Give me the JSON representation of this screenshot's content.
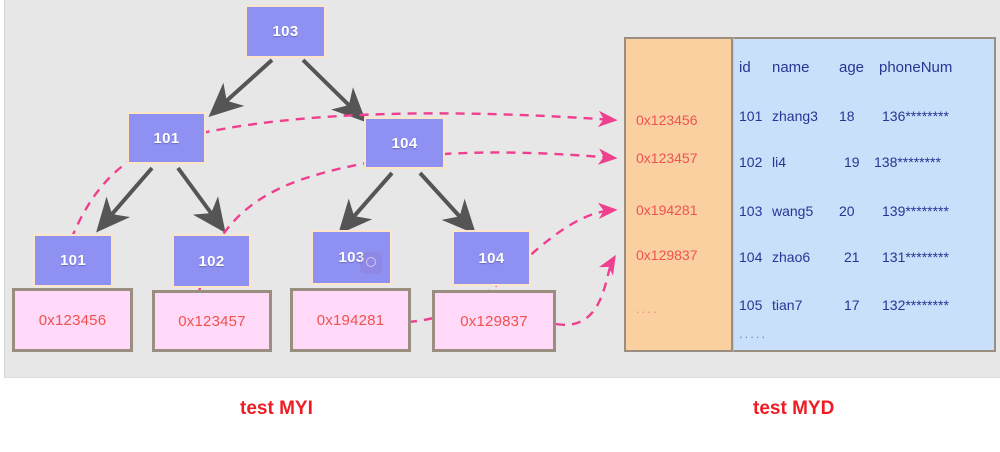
{
  "diagram": {
    "title_left": "test MYI",
    "title_right": "test MYD",
    "colors": {
      "node_fill": "#8e90f2",
      "node_border": "#fde6c8",
      "pointer_fill": "#ffd9f7",
      "pointer_border": "#9a8e80",
      "address_column_fill": "#fbd0a0",
      "data_table_fill": "#c9e0fa",
      "pointer_text": "#f0514f",
      "data_text": "#283593",
      "caption_text": "#ee1c25",
      "tree_edge": "#555555",
      "pointer_edge": "#ef3f8f",
      "canvas": "#e7e7e7"
    }
  },
  "tree": {
    "root": {
      "label": "103"
    },
    "level2": [
      {
        "label": "101"
      },
      {
        "label": "104"
      }
    ],
    "leaves": [
      {
        "key": "101",
        "pointer": "0x123456"
      },
      {
        "key": "102",
        "pointer": "0x123457"
      },
      {
        "key": "103",
        "pointer": "0x194281"
      },
      {
        "key": "104",
        "pointer": "0x129837"
      }
    ]
  },
  "myd": {
    "addresses": [
      "0x123456",
      "0x123457",
      "0x194281",
      "0x129837"
    ],
    "addresses_more": "....",
    "table": {
      "columns": [
        "id",
        "name",
        "age",
        "phoneNum"
      ],
      "rows": [
        {
          "id": "101",
          "name": "zhang3",
          "age": "18",
          "phoneNum": "136********"
        },
        {
          "id": "102",
          "name": "li4",
          "age": "19",
          "phoneNum": "138********"
        },
        {
          "id": "103",
          "name": "wang5",
          "age": "20",
          "phoneNum": "139********"
        },
        {
          "id": "104",
          "name": "zhao6",
          "age": "21",
          "phoneNum": "131********"
        },
        {
          "id": "105",
          "name": "tian7",
          "age": "17",
          "phoneNum": "132********"
        }
      ],
      "rows_more": "....."
    }
  }
}
